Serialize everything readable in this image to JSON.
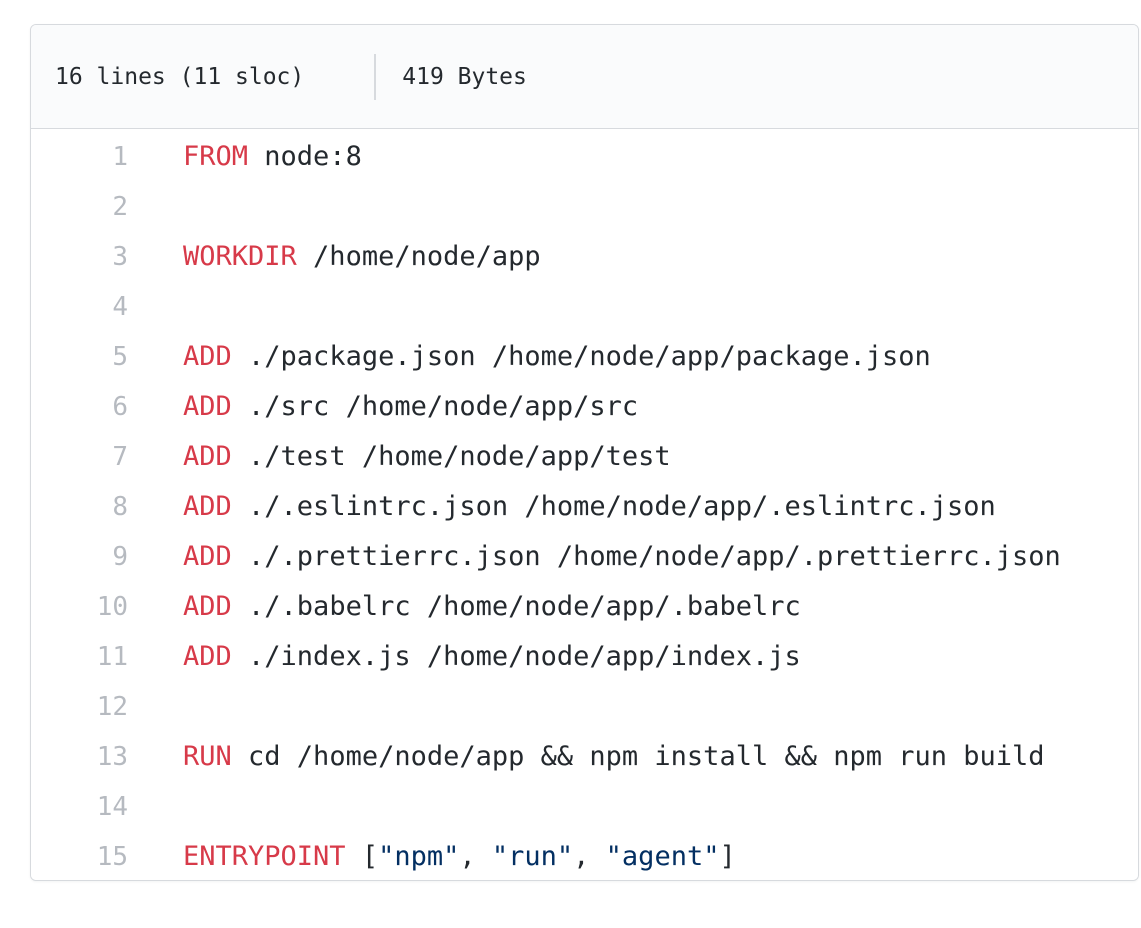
{
  "file_header": {
    "lines_info": "16 lines (11 sloc)",
    "size_info": "419 Bytes"
  },
  "colors": {
    "header_bg": "#fafbfc",
    "border": "#d7dade",
    "code_bg": "#ffffff",
    "text": "#24292e",
    "line_number": "#b6bac0",
    "keyword": "#d73a49",
    "string": "#032f62"
  },
  "code": {
    "language": "dockerfile",
    "lines": [
      {
        "number": 1,
        "tokens": [
          {
            "type": "keyword",
            "text": "FROM"
          },
          {
            "type": "plain",
            "text": " node:8"
          }
        ]
      },
      {
        "number": 2,
        "tokens": []
      },
      {
        "number": 3,
        "tokens": [
          {
            "type": "keyword",
            "text": "WORKDIR"
          },
          {
            "type": "plain",
            "text": " /home/node/app"
          }
        ]
      },
      {
        "number": 4,
        "tokens": []
      },
      {
        "number": 5,
        "tokens": [
          {
            "type": "keyword",
            "text": "ADD"
          },
          {
            "type": "plain",
            "text": " ./package.json /home/node/app/package.json"
          }
        ]
      },
      {
        "number": 6,
        "tokens": [
          {
            "type": "keyword",
            "text": "ADD"
          },
          {
            "type": "plain",
            "text": " ./src /home/node/app/src"
          }
        ]
      },
      {
        "number": 7,
        "tokens": [
          {
            "type": "keyword",
            "text": "ADD"
          },
          {
            "type": "plain",
            "text": " ./test /home/node/app/test"
          }
        ]
      },
      {
        "number": 8,
        "tokens": [
          {
            "type": "keyword",
            "text": "ADD"
          },
          {
            "type": "plain",
            "text": " ./.eslintrc.json /home/node/app/.eslintrc.json"
          }
        ]
      },
      {
        "number": 9,
        "tokens": [
          {
            "type": "keyword",
            "text": "ADD"
          },
          {
            "type": "plain",
            "text": " ./.prettierrc.json /home/node/app/.prettierrc.json"
          }
        ]
      },
      {
        "number": 10,
        "tokens": [
          {
            "type": "keyword",
            "text": "ADD"
          },
          {
            "type": "plain",
            "text": " ./.babelrc /home/node/app/.babelrc"
          }
        ]
      },
      {
        "number": 11,
        "tokens": [
          {
            "type": "keyword",
            "text": "ADD"
          },
          {
            "type": "plain",
            "text": " ./index.js /home/node/app/index.js"
          }
        ]
      },
      {
        "number": 12,
        "tokens": []
      },
      {
        "number": 13,
        "tokens": [
          {
            "type": "keyword",
            "text": "RUN"
          },
          {
            "type": "plain",
            "text": " cd /home/node/app && npm install && npm run build"
          }
        ]
      },
      {
        "number": 14,
        "tokens": []
      },
      {
        "number": 15,
        "tokens": [
          {
            "type": "keyword",
            "text": "ENTRYPOINT"
          },
          {
            "type": "plain",
            "text": " ["
          },
          {
            "type": "string",
            "text": "\"npm\""
          },
          {
            "type": "plain",
            "text": ", "
          },
          {
            "type": "string",
            "text": "\"run\""
          },
          {
            "type": "plain",
            "text": ", "
          },
          {
            "type": "string",
            "text": "\"agent\""
          },
          {
            "type": "plain",
            "text": "]"
          }
        ]
      }
    ]
  }
}
